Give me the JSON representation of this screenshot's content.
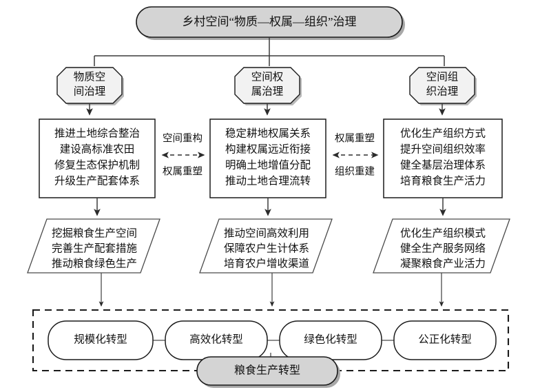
{
  "diagram": {
    "title_node": {
      "label": "乡村空间“物质—权属—组织”治理"
    },
    "level2": [
      {
        "label_line1": "物质空",
        "label_line2": "间治理"
      },
      {
        "label_line1": "空间权",
        "label_line2": "属治理"
      },
      {
        "label_line1": "空间组",
        "label_line2": "织治理"
      }
    ],
    "strategy_boxes": [
      {
        "lines": [
          "推进土地综合整治",
          "建设高标准农田",
          "修复生态保护机制",
          "升级生产配套体系"
        ]
      },
      {
        "lines": [
          "稳定耕地权属关系",
          "构建权属远近衔接",
          "明确土地增值分配",
          "推动土地合理流转"
        ]
      },
      {
        "lines": [
          "优化生产组织方式",
          "提升空间组织效率",
          "健全基层治理体系",
          "培育粮食生产活力"
        ]
      }
    ],
    "edge_labels": {
      "left_top": "空间重构",
      "left_bottom": "权属重塑",
      "right_top": "权属重塑",
      "right_bottom": "组织重建"
    },
    "outcome_parallelograms": [
      {
        "lines": [
          "挖掘粮食生产空间",
          "完善生产配套措施",
          "推动粮食绿色生产"
        ]
      },
      {
        "lines": [
          "推动空间高效利用",
          "保障农户生计体系",
          "培育农户增收渠道"
        ]
      },
      {
        "lines": [
          "优化生产组织模式",
          "健全生产服务网络",
          "凝聚粮食产业活力"
        ]
      }
    ],
    "transformation_pills": [
      {
        "label": "规模化转型"
      },
      {
        "label": "高效化转型"
      },
      {
        "label": "绿色化转型"
      },
      {
        "label": "公正化转型"
      }
    ],
    "bottom_node": {
      "label": "粮食生产转型"
    },
    "colors": {
      "node_gray": "#d4d4d4",
      "node_light": "#f2f2f2",
      "node_white": "#ffffff",
      "stroke": "#1a1a1a",
      "shadow": "#a8a8a8"
    }
  }
}
